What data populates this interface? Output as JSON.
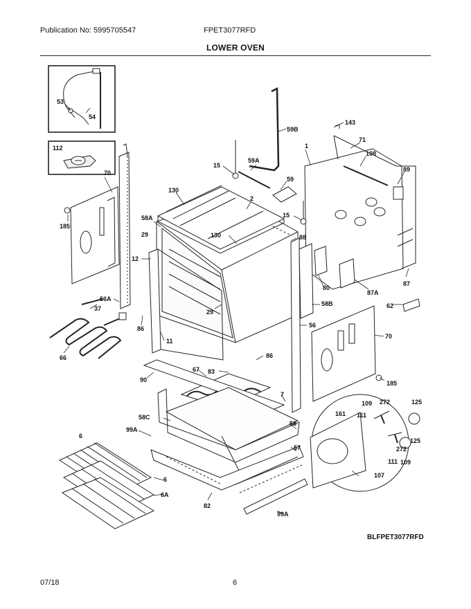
{
  "header": {
    "publication": "Publication No: 5995705547",
    "model": "FPET3077RFD",
    "title": "LOWER OVEN"
  },
  "diagram": {
    "code": "BLFPET3077RFD",
    "callouts": [
      {
        "id": "c53",
        "text": "53"
      },
      {
        "id": "c54",
        "text": "54"
      },
      {
        "id": "c112",
        "text": "112"
      },
      {
        "id": "c70a",
        "text": "70"
      },
      {
        "id": "c185a",
        "text": "185"
      },
      {
        "id": "c59b",
        "text": "59B"
      },
      {
        "id": "c15a",
        "text": "15"
      },
      {
        "id": "c59a",
        "text": "59A"
      },
      {
        "id": "c59",
        "text": "59"
      },
      {
        "id": "c130a",
        "text": "130"
      },
      {
        "id": "c2",
        "text": "2"
      },
      {
        "id": "c58a",
        "text": "58A"
      },
      {
        "id": "c29a",
        "text": "29"
      },
      {
        "id": "c130b",
        "text": "130"
      },
      {
        "id": "c15b",
        "text": "15"
      },
      {
        "id": "c143",
        "text": "143"
      },
      {
        "id": "c1",
        "text": "1"
      },
      {
        "id": "c71",
        "text": "71"
      },
      {
        "id": "c108",
        "text": "108"
      },
      {
        "id": "c89",
        "text": "89"
      },
      {
        "id": "c88",
        "text": "88"
      },
      {
        "id": "c12",
        "text": "12"
      },
      {
        "id": "c56a",
        "text": "56A"
      },
      {
        "id": "c37",
        "text": "37"
      },
      {
        "id": "c80",
        "text": "80"
      },
      {
        "id": "c87a",
        "text": "87A"
      },
      {
        "id": "c87",
        "text": "87"
      },
      {
        "id": "c62",
        "text": "62"
      },
      {
        "id": "c58b",
        "text": "58B"
      },
      {
        "id": "c29b",
        "text": "29"
      },
      {
        "id": "c86a",
        "text": "86"
      },
      {
        "id": "c56",
        "text": "56"
      },
      {
        "id": "c70b",
        "text": "70"
      },
      {
        "id": "c66",
        "text": "66"
      },
      {
        "id": "c11",
        "text": "11"
      },
      {
        "id": "c86b",
        "text": "86"
      },
      {
        "id": "c90",
        "text": "90"
      },
      {
        "id": "c67",
        "text": "67"
      },
      {
        "id": "c83",
        "text": "83"
      },
      {
        "id": "c185b",
        "text": "185"
      },
      {
        "id": "c7",
        "text": "7"
      },
      {
        "id": "c109a",
        "text": "109"
      },
      {
        "id": "c272a",
        "text": "272"
      },
      {
        "id": "c125a",
        "text": "125"
      },
      {
        "id": "c161",
        "text": "161"
      },
      {
        "id": "c111a",
        "text": "111"
      },
      {
        "id": "c58c",
        "text": "58C"
      },
      {
        "id": "c58",
        "text": "58"
      },
      {
        "id": "c99a",
        "text": "99A"
      },
      {
        "id": "c125b",
        "text": "125"
      },
      {
        "id": "c6a",
        "text": "6"
      },
      {
        "id": "c57",
        "text": "57"
      },
      {
        "id": "c272b",
        "text": "272"
      },
      {
        "id": "c111b",
        "text": "111"
      },
      {
        "id": "c109b",
        "text": "109"
      },
      {
        "id": "c6b",
        "text": "6"
      },
      {
        "id": "c6A",
        "text": "6A"
      },
      {
        "id": "c107",
        "text": "107"
      },
      {
        "id": "c82",
        "text": "82"
      },
      {
        "id": "c99b",
        "text": "99A"
      }
    ]
  },
  "footer": {
    "date": "07/18",
    "page": "6"
  }
}
